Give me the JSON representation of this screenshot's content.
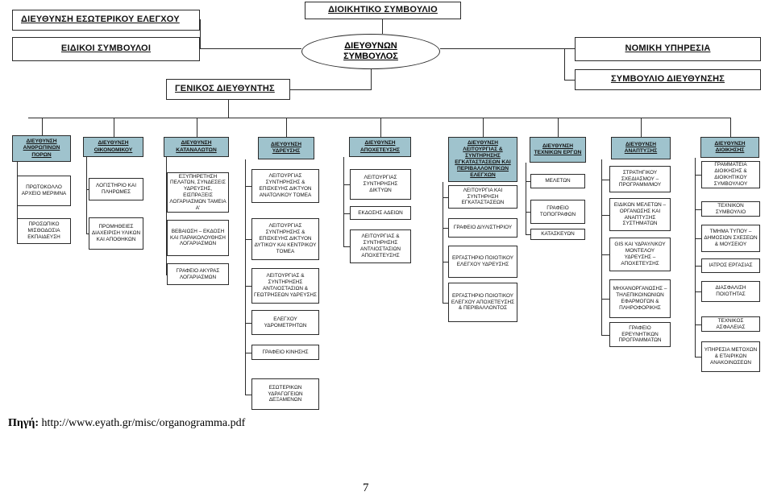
{
  "top": {
    "internal_audit": "ΔΙΕΥΘΥΝΣΗ ΕΣΩΤΕΡΙΚΟΥ ΕΛΕΓΧΟΥ",
    "board": "ΔΙΟΙΚΗΤΙΚΟ ΣΥΜΒΟΥΛΙΟ",
    "special_advisors": "ΕΙΔΙΚΟΙ ΣΥΜΒΟΥΛΟΙ",
    "ceo_line1": "ΔΙΕΥΘΥΝΩΝ",
    "ceo_line2": "ΣΥΜΒΟΥΛΟΣ",
    "legal": "ΝΟΜΙΚΗ ΥΠΗΡΕΣΙΑ",
    "management_board": "ΣΥΜΒΟΥΛΙΟ ΔΙΕΥΘΥΝΣΗΣ",
    "general_director": "ΓΕΝΙΚΟΣ ΔΙΕΥΘΥΝΤΗΣ"
  },
  "columns": [
    {
      "head": "ΔΙΕΥΘΥΝΣΗ ΑΝΘΡΩΠΙΝΩΝ ΠΟΡΩΝ",
      "highlighted": false,
      "items": [
        "ΠΡΩΤΟΚΟΛΛΟ ΑΡΧΕΙΟ ΜΕΡΙΜΝΑ",
        "ΠΡΟΣΩΠΙΚΟ ΜΙΣΘΟΔΟΣΙΑ ΕΚΠΑΙΔΕΥΣΗ"
      ]
    },
    {
      "head": "ΔΙΕΥΘΥΝΣΗ ΟΙΚΟΝΟΜΙΚΟΥ",
      "highlighted": false,
      "items": [
        "ΛΟΓΙΣΤΗΡΙΟ ΚΑΙ ΠΛΗΡΩΜΕΣ",
        "ΠΡΟΜΗΘΕΙΕΣ ΔΙΑΧΕΙΡΙΣΗ ΥΛΙΚΩΝ ΚΑΙ ΑΠΟΘΗΚΩΝ"
      ]
    },
    {
      "head": "ΔΙΕΥΘΥΝΣΗ ΚΑΤΑΝΑΛΩΤΩΝ",
      "highlighted": false,
      "items": [
        "ΕΞΥΠΗΡΕΤΗΣΗ ΠΕΛΑΤΩΝ, ΣΥΝΔΕΣΕΙΣ ΥΔΡΕΥΣΗΣ, ΕΙΣΠΡΑΞΕΙΣ ΛΟΓΑΡΙΑΣΜΩΝ ΤΑΜΕΙΑ Α'",
        "ΒΕΒΑΙΩΣΗ – ΕΚΔΟΣΗ ΚΑΙ ΠΑΡΑΚΟΛΟΥΘΗΣΗ ΛΟΓΑΡΙΑΣΜΩΝ",
        "ΓΡΑΦΕΙΟ ΑΚΥΡΑΣ ΛΟΓΑΡΙΑΣΜΩΝ"
      ]
    },
    {
      "head": "ΔΙΕΥΘΥΝΣΗ ΥΔΡΕΥΣΗΣ",
      "highlighted": false,
      "items": [
        "ΛΕΙΤΟΥΡΓΙΑΣ ΣΥΝΤΗΡΗΣΗΣ & ΕΠΙΣΚΕΥΗΣ ΔΙΚΤΥΟΝ ΑΝΑΤΟΛΙΚΟΥ ΤΟΜΕΑ",
        "ΛΕΙΤΟΥΡΓΙΑΣ ΣΥΝΤΗΡΗΣΗΣ & ΕΠΙΣΚΕΥΗΣ ΔΙΚΤΥΟΝ ΔΥΤΙΚΟΥ ΚΑΙ ΚΕΝΤΡΙΚΟΥ ΤΟΜΕΑ",
        "ΛΕΙΤΟΥΡΓΙΑΣ & ΣΥΝΤΗΡΗΣΗΣ ΑΝΤΛΙΟΣΤΑΣΙΩΝ & ΓΕΩΤΡΗΣΕΩΝ ΥΔΡΕΥΣΗΣ",
        "ΕΛΕΓΧΟΥ ΥΔΡΟΜΕΤΡΗΤΩΝ",
        "ΓΡΑΦΕΙΟ ΚΙΝΗΣΗΣ",
        "ΕΣΩΤΕΡΙΚΩΝ ΥΔΡΑΓΩΓΕΙΩΝ ΔΕΞΑΜΕΝΩΝ"
      ]
    },
    {
      "head": "ΔΙΕΥΘΥΝΣΗ ΑΠΟΧΕΤΕΥΣΗΣ",
      "highlighted": false,
      "items": [
        "ΛΕΙΤΟΥΡΓΙΑΣ ΣΥΝΤΗΡΗΣΗΣ ΔΙΚΤΥΩΝ",
        "ΕΚΔΟΣΗΣ ΑΔΕΙΩΝ",
        "ΛΕΙΤΟΥΡΓΙΑΣ & ΣΥΝΤΗΡΗΣΗΣ ΑΝΤΛΙΟΣΤΑΣΙΩΝ ΑΠΟΧΕΤΕΥΣΗΣ"
      ]
    },
    {
      "head": "ΔΙΕΥΘΥΝΣΗ ΛΕΙΤΟΥΡΓΙΑΣ & ΣΥΝΤΗΡΗΣΗΣ ΕΓΚΑΤΑΣΤΑΣΕΩΝ ΚΑΙ ΠΕΡΙΒΑΛΛΟΝΤΙΚΩΝ ΕΛΕΓΧΩΝ",
      "highlighted": true,
      "items": [
        "ΛΕΙΤΟΥΡΓΙΑ ΚΑΙ ΣΥΝΤΗΡΗΣΗ ΕΓΚΑΤΑΣΤΑΣΕΩΝ",
        "ΓΡΑΦΕΙΟ ΔΙΥΛΙΣΤΗΡΙΟΥ",
        "ΕΡΓΑΣΤΗΡΙΟ ΠΟΙΟΤΙΚΟΥ ΕΛΕΓΧΟΥ ΥΔΡΕΥΣΗΣ",
        "ΕΡΓΑΣΤΗΡΙΟ ΠΟΙΟΤΙΚΟΥ ΕΛΕΓΧΟΥ ΑΠΟΧΕΤΕΥΣΗΣ & ΠΕΡΙΒΑΛΛΟΝΤΟΣ"
      ]
    },
    {
      "head": "ΔΙΕΥΘΥΝΣΗ ΤΕΧΝΙΚΩΝ ΕΡΓΩΝ",
      "highlighted": false,
      "items": [
        "ΜΕΛΕΤΩΝ",
        "ΓΡΑΦΕΙΟ ΤΟΠΟΓΡΑΦΩΝ",
        "ΚΑΤΑΣΚΕΥΩΝ"
      ]
    },
    {
      "head": "ΔΙΕΥΘΥΝΣΗ ΑΝΑΠΤΥΞΗΣ",
      "highlighted": false,
      "items": [
        "ΣΤΡΑΤΗΓΙΚΟΥ ΣΧΕΔΙΑΣΜΟΥ – ΠΡΟΓΡΑΜΜ/ΜΟΥ",
        "ΕΙΔΙΚΩΝ ΜΕΛΕΤΩΝ – ΟΡΓΑΝΩΣΗΣ ΚΑΙ ΑΝΑΠΤΥΞΗΣ ΣΥΣΤΗΜΑΤΩΝ",
        "GIS ΚΑΙ ΥΔΡΑΥΛΙΚΟΥ ΜΟΝΤΕΛΟΥ ΥΔΡΕΥΣΗΣ – ΑΠΟΧΕΤΕΥΣΗΣ",
        "ΜΗΧΑΝΟΡΓΑΝΩΣΗΣ – ΤΗΛΕΠΙΚΟΙΝΩΝΙΩΝ ΕΦΑΡΜΟΓΩΝ & ΠΛΗΡΟΦΟΡΙΚΗΣ",
        "ΓΡΑΦΕΙΟ ΕΡΕΥΝΗΤΙΚΩΝ ΠΡΟΓΡΑΜΜΑΤΩΝ"
      ]
    },
    {
      "head": "ΔΙΕΥΘΥΝΣΗ ΔΙΟΙΚΗΣΗΣ",
      "highlighted": false,
      "items": [
        "ΓΡΑΜΜΑΤΕΙΑ ΔΙΟΙΚΗΣΗΣ & ΔΙΟΙΚΗΤΙΚΟΥ ΣΥΜΒΟΥΛΙΟΥ",
        "ΤΕΧΝΙΚΟΝ ΣΥΜΒΟΥΛΙΟ",
        "ΤΜΗΜΑ ΤΥΠΟΥ – ΔΗΜΟΣΙΩΝ ΣΧΕΣΕΩΝ & ΜΟΥΣΕΙΟΥ",
        "ΙΑΤΡΟΣ ΕΡΓΑΣΙΑΣ",
        "ΔΙΑΣΦΑΛΙΣΗ ΠΟΙΟΤΗΤΑΣ",
        "ΤΕΧΝΙΚΟΣ ΑΣΦΑΛΕΙΑΣ",
        "ΥΠΗΡΕΣΙΑ ΜΕΤΟΧΩΝ & ΕΤΑΙΡΙΚΩΝ ΑΝΑΚΟΙΝΩΣΕΩΝ"
      ]
    }
  ],
  "source": {
    "label": "Πηγή:",
    "url": "http://www.eyath.gr/misc/organogramma.pdf"
  },
  "page_number": "7"
}
